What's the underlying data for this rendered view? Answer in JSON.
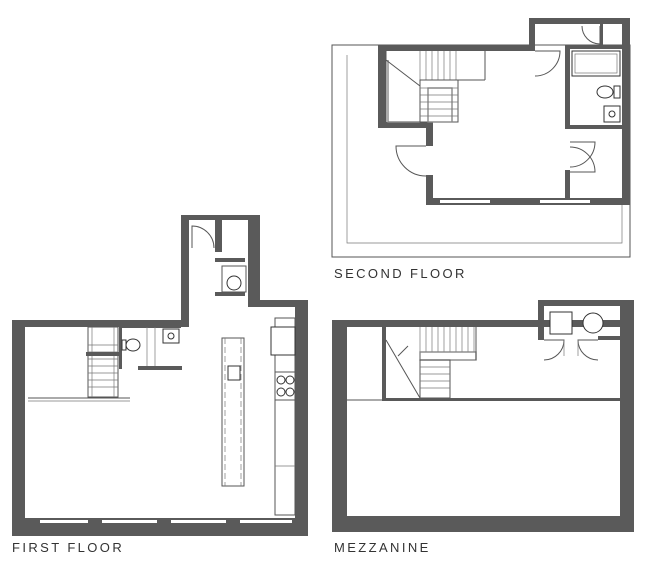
{
  "floors": {
    "first": {
      "label": "FIRST FLOOR"
    },
    "second": {
      "label": "SECOND FLOOR"
    },
    "mezzanine": {
      "label": "MEZZANINE"
    }
  },
  "colors": {
    "wall": "#5a5a5a",
    "line": "#555555",
    "background": "#ffffff",
    "label": "#333333"
  }
}
